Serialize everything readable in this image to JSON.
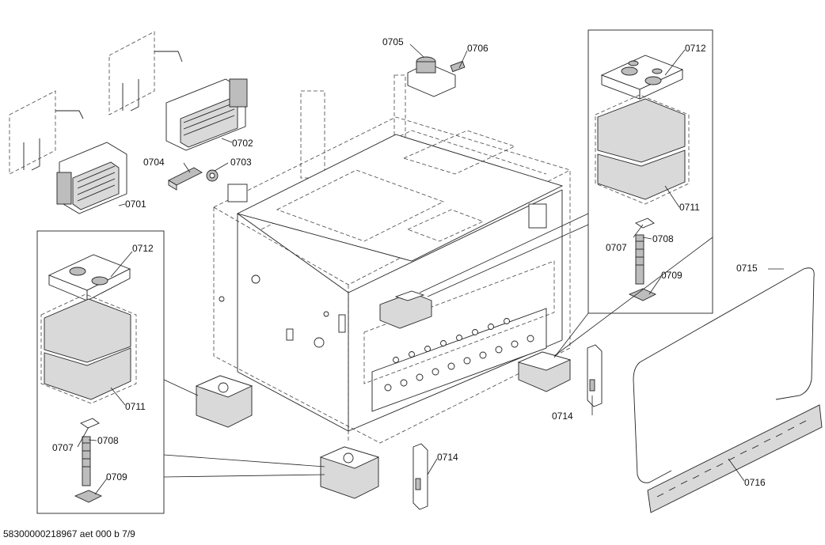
{
  "labels": {
    "p0701": "0701",
    "p0702": "0702",
    "p0703": "0703",
    "p0704": "0704",
    "p0705": "0705",
    "p0706": "0706",
    "p0707_right": "0707",
    "p0708_right": "0708",
    "p0709_right": "0709",
    "p0711_right": "0711",
    "p0712_right": "0712",
    "p0707_left": "0707",
    "p0708_left": "0708",
    "p0709_left": "0709",
    "p0711_left": "0711",
    "p0712_left": "0712",
    "p0714_a": "0714",
    "p0714_b": "0714",
    "p0715": "0715",
    "p0716": "0716"
  },
  "footer": {
    "doc_id": "58300000218967 aet 000 b 7/9"
  }
}
